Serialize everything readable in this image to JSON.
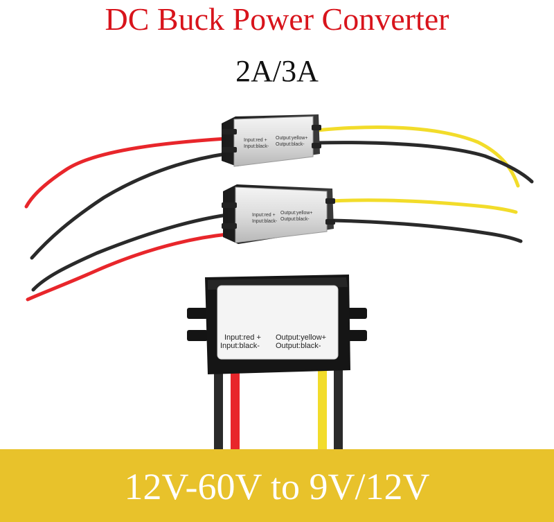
{
  "header": {
    "title": "DC Buck Power Converter",
    "subtitle": "2A/3A"
  },
  "modules": {
    "top": {
      "input_pos": "Input:red +",
      "input_neg": "Input:black-",
      "output_pos": "Output:yellow+",
      "output_neg": "Output:black-"
    },
    "middle": {
      "input_pos": "Input:red +",
      "input_neg": "Input:black-",
      "output_pos": "Output:yellow+",
      "output_neg": "Output:black-"
    },
    "bottom": {
      "input_pos": "Input:red +",
      "input_neg": "Input:black-",
      "output_pos": "Output:yellow+",
      "output_neg": "Output:black-"
    }
  },
  "banner": {
    "text": "12V-60V to 9V/12V"
  },
  "colors": {
    "title": "#d8141c",
    "banner": "#e8c22b",
    "wire_red": "#e8262b",
    "wire_yellow": "#f2dc2a",
    "wire_black": "#2a2a2a"
  }
}
